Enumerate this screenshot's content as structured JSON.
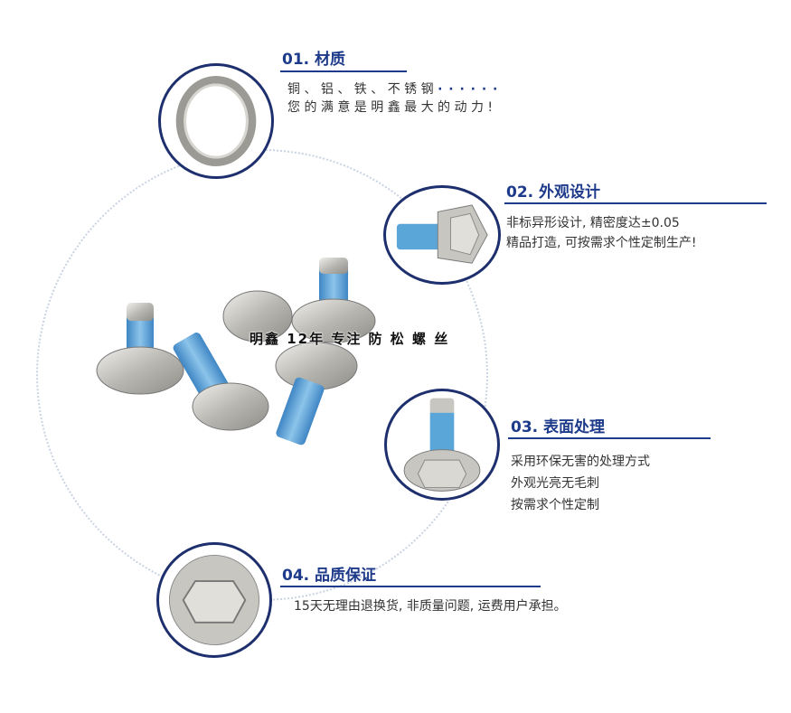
{
  "watermark": "明鑫 12年 专注 防 松 螺 丝",
  "sections": [
    {
      "title": "01. 材质",
      "lines": [
        "铜 、 铝 、 铁 、 不 锈 钢",
        "您 的 满 意 是 明 鑫 最 大 的 动 力 !"
      ],
      "trailing": "· · · · · ·",
      "icon": "spring-ring"
    },
    {
      "title": "02. 外观设计",
      "lines": [
        "非标异形设计, 精密度达±0.05",
        "精品打造, 可按需求个性定制生产!"
      ],
      "icon": "hex-flange-bolt-side"
    },
    {
      "title": "03. 表面处理",
      "lines": [
        "采用环保无害的处理方式",
        "外观光亮无毛刺",
        "按需求个性定制"
      ],
      "icon": "hex-flange-bolt-upright"
    },
    {
      "title": "04. 品质保证",
      "lines": [
        "15天无理由退换货, 非质量问题, 运费用户承担。"
      ],
      "icon": "hex-bolt-head-top"
    }
  ],
  "colors": {
    "accent": "#1e3a8a",
    "badge_border": "#1e2f6e",
    "thread_coating": "#5aa6d8",
    "metal": "#c8c6c0"
  }
}
